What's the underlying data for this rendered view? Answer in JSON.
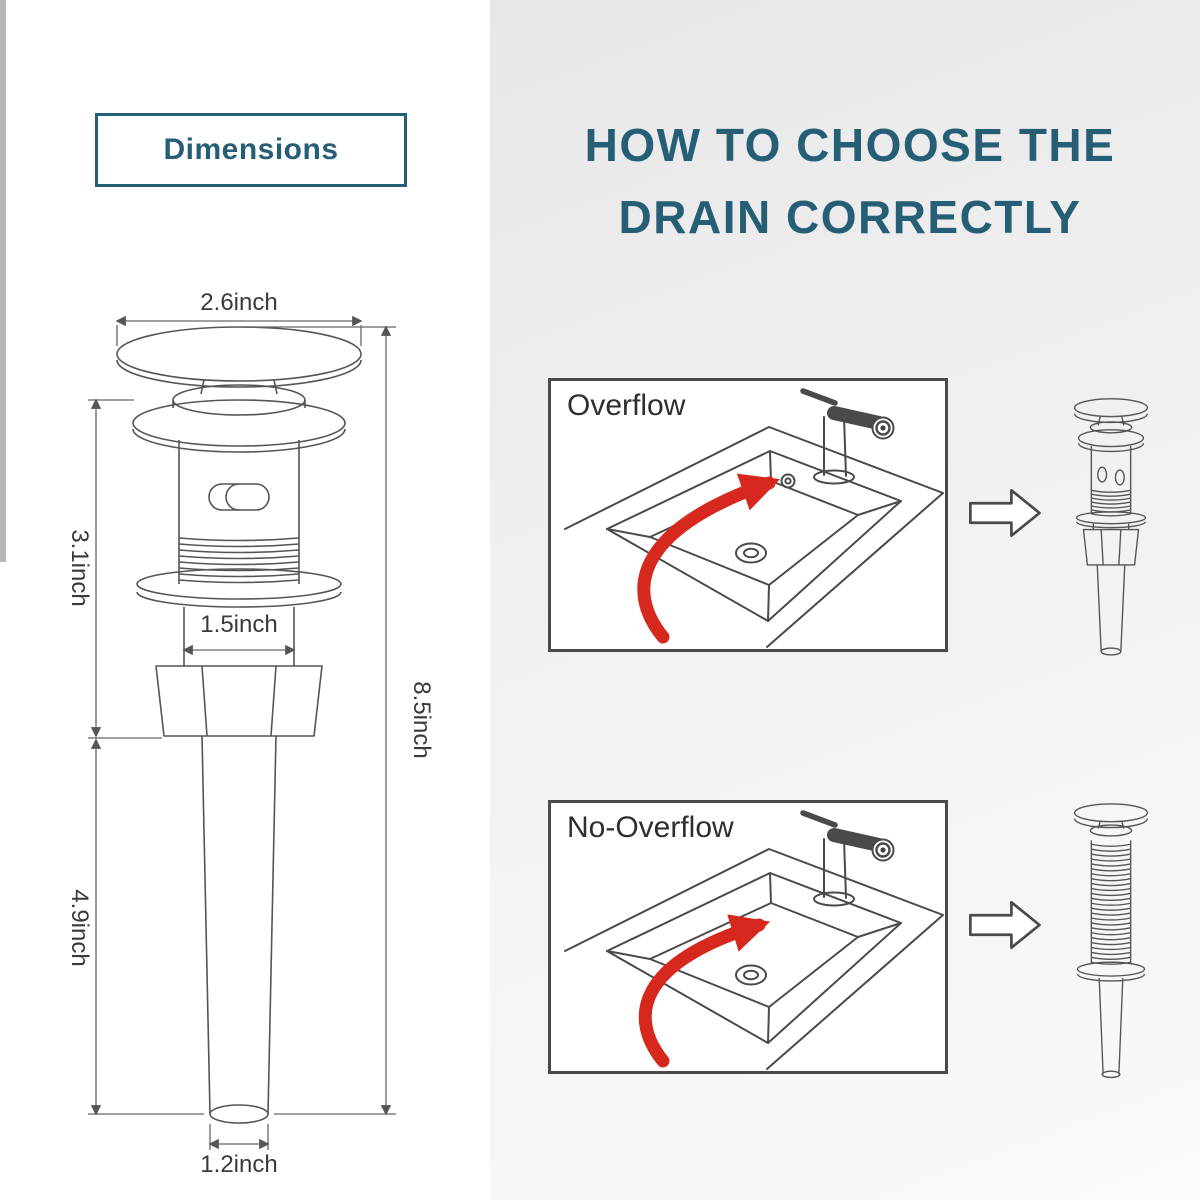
{
  "left_section": {
    "title": "Dimensions",
    "dims": {
      "cap_width": "2.6inch",
      "upper_height": "3.1inch",
      "body_width": "1.5inch",
      "total_height": "8.5inch",
      "tail_height": "4.9inch",
      "bottom_width": "1.2inch"
    }
  },
  "right_section": {
    "title_line1": "HOW TO CHOOSE THE",
    "title_line2": "DRAIN CORRECTLY",
    "panels": [
      {
        "label": "Overflow"
      },
      {
        "label": "No-Overflow"
      }
    ]
  },
  "colors": {
    "accent": "#265e76",
    "line_art": "#555555",
    "sink_line": "#4a4a4a",
    "arrow_red": "#d7281e"
  }
}
